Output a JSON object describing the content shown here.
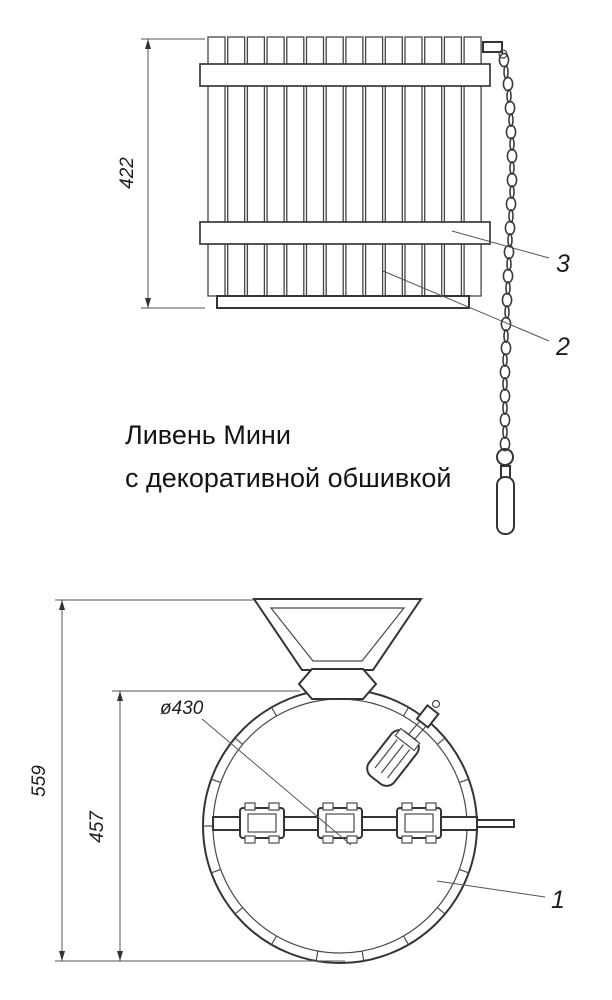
{
  "drawing": {
    "title_line1": "Ливень Мини",
    "title_line2": "с декоративной обшивкой",
    "front_view": {
      "height_dim": "422",
      "callout_cladding": "2",
      "callout_band": "3"
    },
    "top_view": {
      "overall_height_dim": "559",
      "body_height_dim": "457",
      "diameter_dim": "ø430",
      "callout_body": "1"
    },
    "colors": {
      "line": "#343434",
      "background": "#ffffff"
    }
  }
}
